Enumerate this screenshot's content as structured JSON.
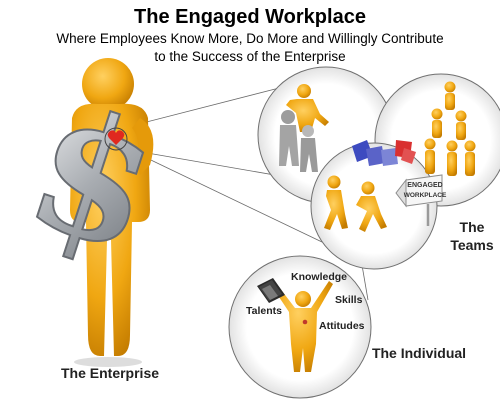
{
  "title": "The Engaged Workplace",
  "subtitle_line1": "Where Employees Know More, Do More and Willingly Contribute",
  "subtitle_line2": "to the Success of the Enterprise",
  "labels": {
    "enterprise": "The Enterprise",
    "teams_line1": "The",
    "teams_line2": "Teams",
    "individual": "The Individual"
  },
  "individual_traits": {
    "knowledge": "Knowledge",
    "talents": "Talents",
    "skills": "Skills",
    "attitudes": "Attitudes"
  },
  "signpost": {
    "line1": "ENGAGED",
    "line2": "WORKPLACE"
  },
  "colors": {
    "figure": "#f0a712",
    "figure_dark": "#d98a00",
    "heart": "#e0281f",
    "dollar": "#b9bcc0"
  },
  "icons": [
    "dollar-sign-icon",
    "heart-icon",
    "puzzle-pieces-icon",
    "book-icon"
  ]
}
